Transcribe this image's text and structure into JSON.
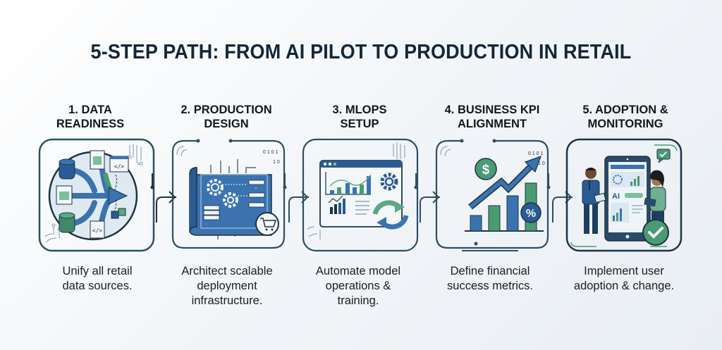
{
  "title": "5-STEP PATH: FROM AI PILOT TO PRODUCTION IN RETAIL",
  "colors": {
    "title": "#14263a",
    "frame_stroke": "#2c4f63",
    "primary_blue": "#3b73b0",
    "dark_blue": "#1f4f86",
    "green": "#4a9a72",
    "light_panel": "#e8eff5"
  },
  "steps": [
    {
      "number": "1.",
      "heading_line1": "1. DATA",
      "heading_line2": "READINESS",
      "caption_line1": "Unify all retail",
      "caption_line2": "data sources.",
      "caption_line3": "",
      "icon": "data-sources-merge-icon"
    },
    {
      "number": "2.",
      "heading_line1": "2. PRODUCTION",
      "heading_line2": "DESIGN",
      "caption_line1": "Architect scalable",
      "caption_line2": "deployment",
      "caption_line3": "infrastructure.",
      "icon": "blueprint-architecture-icon"
    },
    {
      "number": "3.",
      "heading_line1": "3. MLOPS",
      "heading_line2": "SETUP",
      "caption_line1": "Automate model",
      "caption_line2": "operations &",
      "caption_line3": "training.",
      "icon": "mlops-dashboard-icon"
    },
    {
      "number": "4.",
      "heading_line1": "4. BUSINESS KPI",
      "heading_line2": "ALIGNMENT",
      "caption_line1": "Define financial",
      "caption_line2": "success metrics.",
      "caption_line3": "",
      "icon": "kpi-growth-chart-icon"
    },
    {
      "number": "5.",
      "heading_line1": "5. ADOPTION &",
      "heading_line2": "MONITORING",
      "caption_line1": "Implement user",
      "caption_line2": "adoption & change.",
      "caption_line3": "",
      "icon": "adoption-tablet-users-icon"
    }
  ],
  "illustration_labels": {
    "code_tag": "</>",
    "dollar": "$",
    "percent": "%",
    "ai": "AI",
    "binary_a": "0 1 0 1",
    "binary_b": "1 0"
  }
}
